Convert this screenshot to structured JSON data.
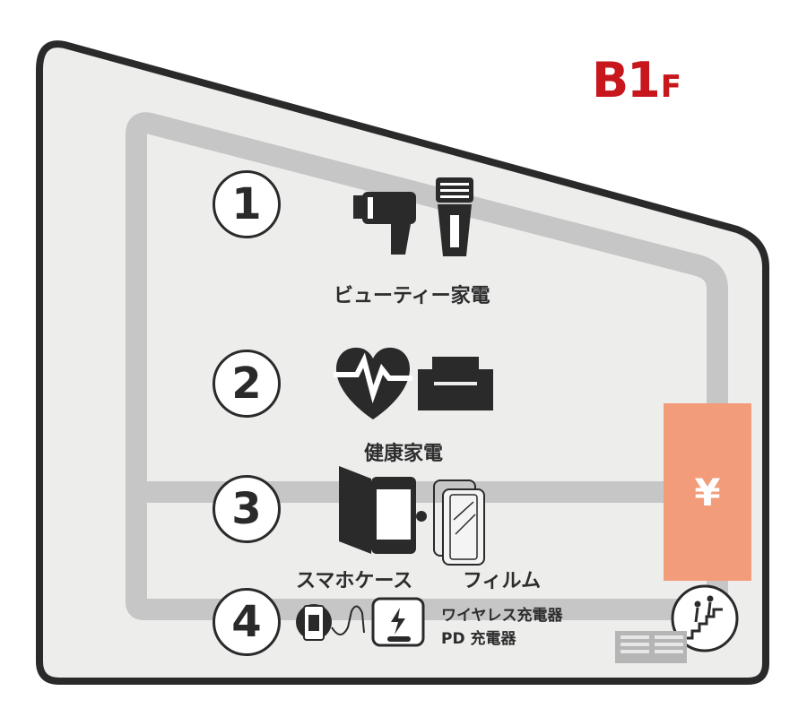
{
  "floor": {
    "level": "B1",
    "suffix": "F"
  },
  "zones": [
    {
      "number": "1",
      "label": "ビューティー家電",
      "icons": [
        "hair-dryer-icon",
        "shaver-icon"
      ]
    },
    {
      "number": "2",
      "label": "健康家電",
      "icons": [
        "heartbeat-icon",
        "massage-chair-icon"
      ]
    },
    {
      "number": "3",
      "label_left": "スマホケース",
      "label_right": "フィルム",
      "icons": [
        "phone-case-icon",
        "screen-film-icon"
      ]
    },
    {
      "number": "4",
      "label_line1": "ワイヤレス充電器",
      "label_line2": "PD 充電器",
      "icons": [
        "wireless-charger-icon",
        "pd-charger-icon"
      ]
    }
  ],
  "cashier": {
    "symbol": "¥"
  },
  "facilities": [
    "stairs-icon",
    "escalator-icon"
  ],
  "colors": {
    "floor_label": "#c8161d",
    "cashier": "#f29c7a",
    "aisle": "#c6c6c6",
    "floor_bg": "#ededec",
    "outline": "#2a2a2a"
  }
}
